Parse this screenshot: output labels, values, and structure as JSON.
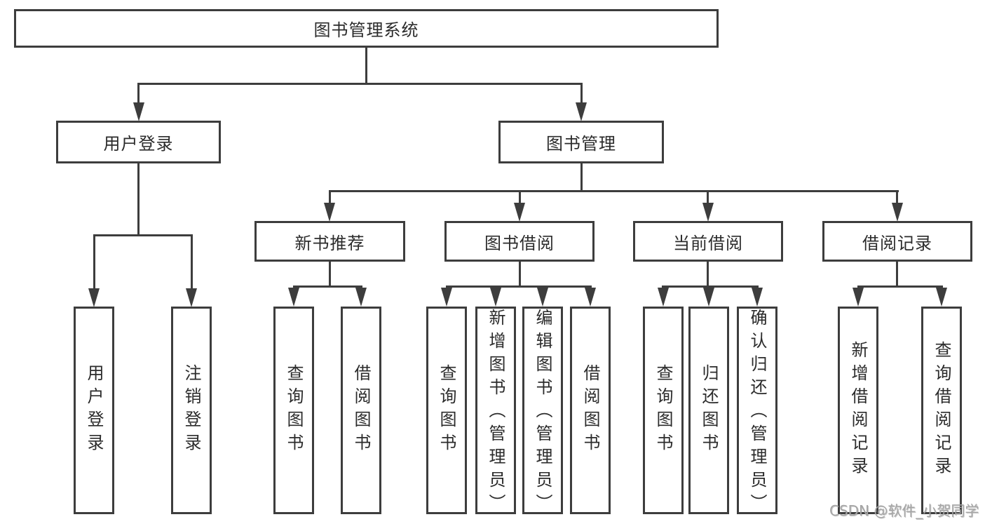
{
  "root": {
    "label": "图书管理系统"
  },
  "level2": [
    {
      "label": "用户登录"
    },
    {
      "label": "图书管理"
    }
  ],
  "level3": [
    {
      "label": "新书推荐"
    },
    {
      "label": "图书借阅"
    },
    {
      "label": "当前借阅"
    },
    {
      "label": "借阅记录"
    }
  ],
  "leaves": [
    {
      "label": "用户登录"
    },
    {
      "label": "注销登录"
    },
    {
      "label": "查询图书"
    },
    {
      "label": "借阅图书"
    },
    {
      "label": "查询图书"
    },
    {
      "label": "新增图书（管理员）"
    },
    {
      "label": "编辑图书（管理员）"
    },
    {
      "label": "借阅图书"
    },
    {
      "label": "查询图书"
    },
    {
      "label": "归还图书"
    },
    {
      "label": "确认归还（管理员）"
    },
    {
      "label": "新增借阅记录"
    },
    {
      "label": "查询借阅记录"
    }
  ],
  "hierarchy": {
    "图书管理系统": [
      "用户登录",
      "图书管理"
    ],
    "用户登录": [
      "用户登录",
      "注销登录"
    ],
    "图书管理": [
      "新书推荐",
      "图书借阅",
      "当前借阅",
      "借阅记录"
    ],
    "新书推荐": [
      "查询图书",
      "借阅图书"
    ],
    "图书借阅": [
      "查询图书",
      "新增图书（管理员）",
      "编辑图书（管理员）",
      "借阅图书"
    ],
    "当前借阅": [
      "查询图书",
      "归还图书",
      "确认归还（管理员）"
    ],
    "借阅记录": [
      "新增借阅记录",
      "查询借阅记录"
    ]
  },
  "watermark": {
    "text": "CSDN @软件_小贺同学"
  },
  "colors": {
    "line": "#3d3d3d",
    "text": "#2b2b2b",
    "background": "#ffffff",
    "watermark": "#a6a6a6"
  }
}
